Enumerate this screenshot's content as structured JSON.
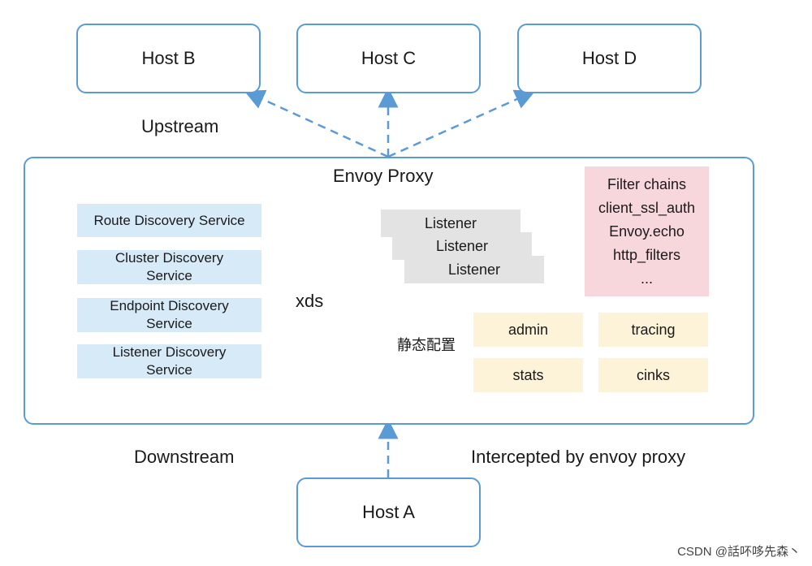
{
  "hosts": {
    "b": "Host B",
    "c": "Host C",
    "d": "Host D",
    "a": "Host A"
  },
  "labels": {
    "upstream": "Upstream",
    "downstream": "Downstream",
    "intercepted": "Intercepted by envoy proxy",
    "proxy_title": "Envoy Proxy",
    "xds": "xds",
    "static_config": "静态配置"
  },
  "discovery_services": [
    {
      "line1": "Route Discovery Service",
      "line2": ""
    },
    {
      "line1": "Cluster Discovery",
      "line2": "Service"
    },
    {
      "line1": "Endpoint Discovery",
      "line2": "Service"
    },
    {
      "line1": "Listener Discovery",
      "line2": "Service"
    }
  ],
  "listeners": [
    "Listener",
    "Listener",
    "Listener"
  ],
  "filter_chain": [
    "Filter chains",
    "client_ssl_auth",
    "Envoy.echo",
    "http_filters",
    "..."
  ],
  "static_items": [
    "admin",
    "tracing",
    "stats",
    "cinks"
  ],
  "watermark": "CSDN @話吥哆先森丶",
  "colors": {
    "border_blue": "#5b9bd5",
    "service_blue": "#d6eaf8",
    "listener_gray": "#e3e3e3",
    "filter_pink": "#f8d7dc",
    "config_yellow": "#fdf3d8"
  }
}
